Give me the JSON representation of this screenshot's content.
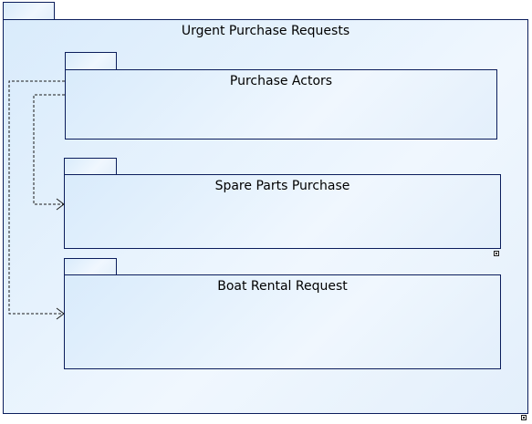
{
  "packages": {
    "outer": {
      "title": "Urgent Purchase Requests"
    },
    "actors": {
      "title": "Purchase Actors"
    },
    "spare_parts": {
      "title": "Spare Parts Purchase"
    },
    "boat_rental": {
      "title": "Boat Rental Request"
    }
  },
  "dependencies": [
    {
      "from": "Purchase Actors",
      "to": "Spare Parts Purchase",
      "style": "dashed-arrow"
    },
    {
      "from": "Purchase Actors",
      "to": "Boat Rental Request",
      "style": "dashed-arrow"
    }
  ],
  "colors": {
    "border": "#0b1d5c",
    "fill_light": "#e6f2fd",
    "fill_mid": "#d9ebfb",
    "connector": "#1a1a1a"
  }
}
